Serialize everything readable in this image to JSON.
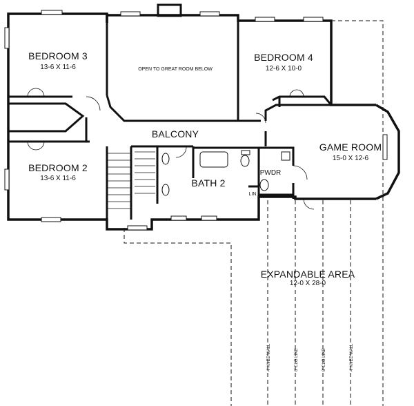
{
  "colors": {
    "wall": "#111111",
    "background": "#ffffff"
  },
  "rooms": {
    "bedroom3": {
      "name": "BEDROOM 3",
      "size": "13-6 X 11-6"
    },
    "open_to_below": {
      "name": "OPEN TO GREAT ROOM BELOW"
    },
    "bedroom4": {
      "name": "BEDROOM 4",
      "size": "12-6 X 10-0"
    },
    "balcony": {
      "name": "BALCONY"
    },
    "game_room": {
      "name": "GAME ROOM",
      "size": "15-0 X 12-6"
    },
    "bedroom2": {
      "name": "BEDROOM 2",
      "size": "13-6 X 11-6"
    },
    "bath2": {
      "name": "BATH 2"
    },
    "powder": {
      "name": "PWDR"
    },
    "linen": {
      "name": "LIN"
    },
    "expandable": {
      "name": "EXPANDABLE AREA",
      "size": "12-0 X 28-0"
    }
  },
  "notes": {
    "knee_wall_left": "4' KNEE WALL",
    "clg_line_left": "8' CLG LINE",
    "clg_line_right": "8' CLG LINE",
    "knee_wall_right": "4' KNEE WALL"
  }
}
